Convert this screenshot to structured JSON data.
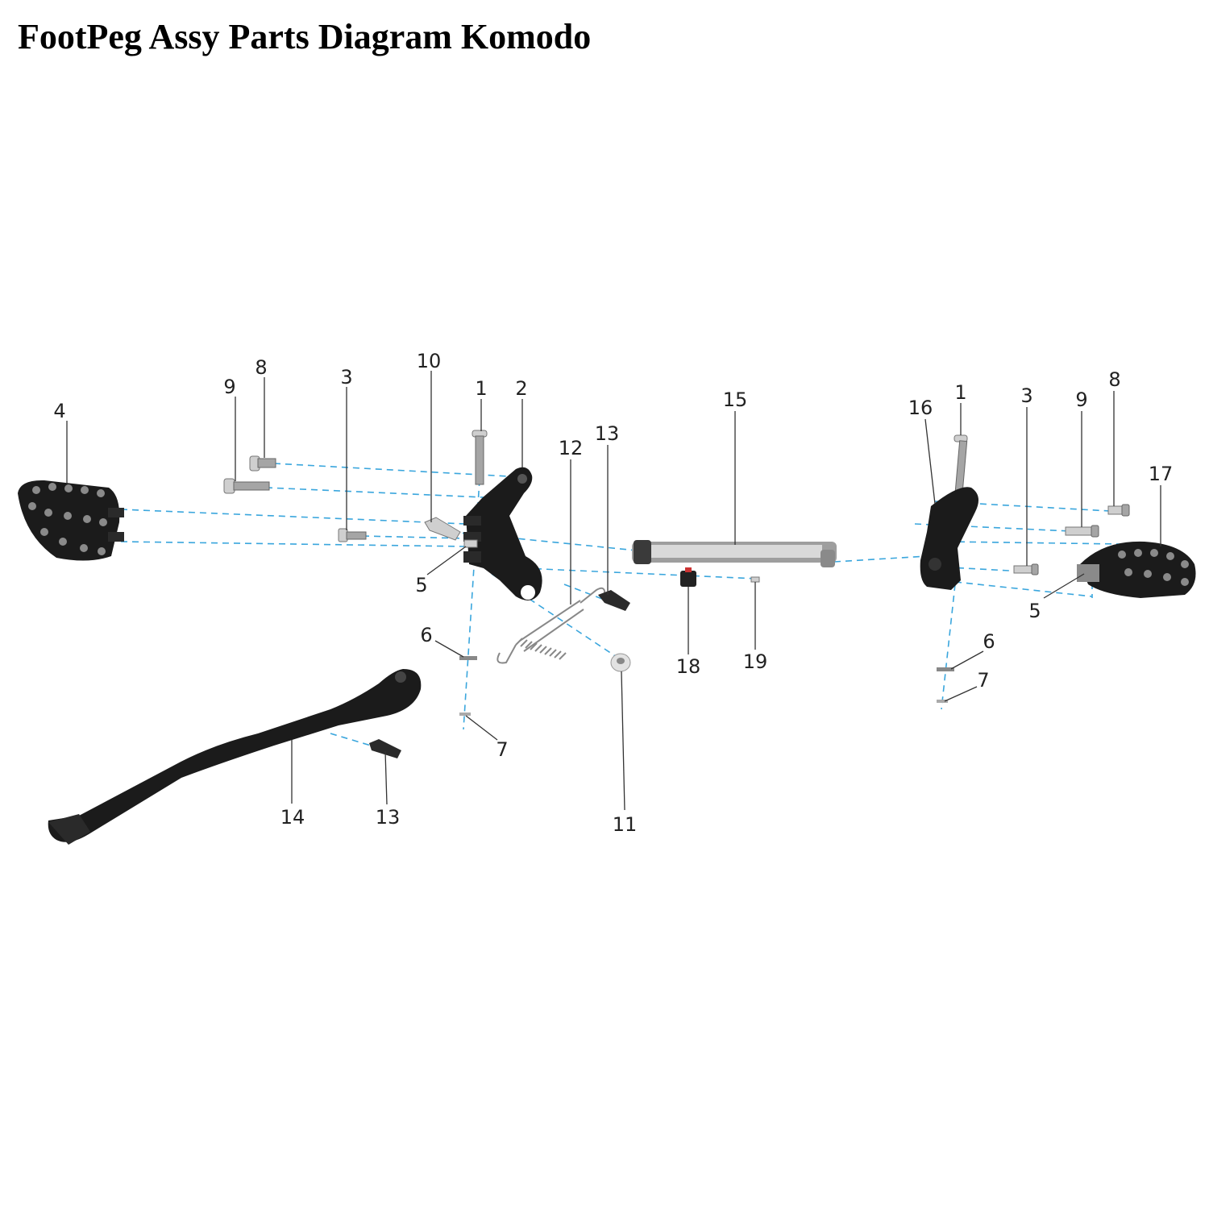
{
  "title": "FootPeg Assy Parts Diagram Komodo",
  "callouts": {
    "c4": "4",
    "c9L": "9",
    "c8L": "8",
    "c3L": "3",
    "c10": "10",
    "c1L": "1",
    "c2": "2",
    "c12": "12",
    "c13a": "13",
    "c15": "15",
    "c16": "16",
    "c1R": "1",
    "c3R": "3",
    "c9R": "9",
    "c8R": "8",
    "c17": "17",
    "c5L": "5",
    "c5R": "5",
    "c6L": "6",
    "c7L": "7",
    "c6R": "6",
    "c7R": "7",
    "c18": "18",
    "c19": "19",
    "c11": "11",
    "c14": "14",
    "c13b": "13"
  },
  "colors": {
    "guide": "#3aa6dd",
    "part": "#1b1b1b",
    "metal": "#cfcfcf"
  }
}
